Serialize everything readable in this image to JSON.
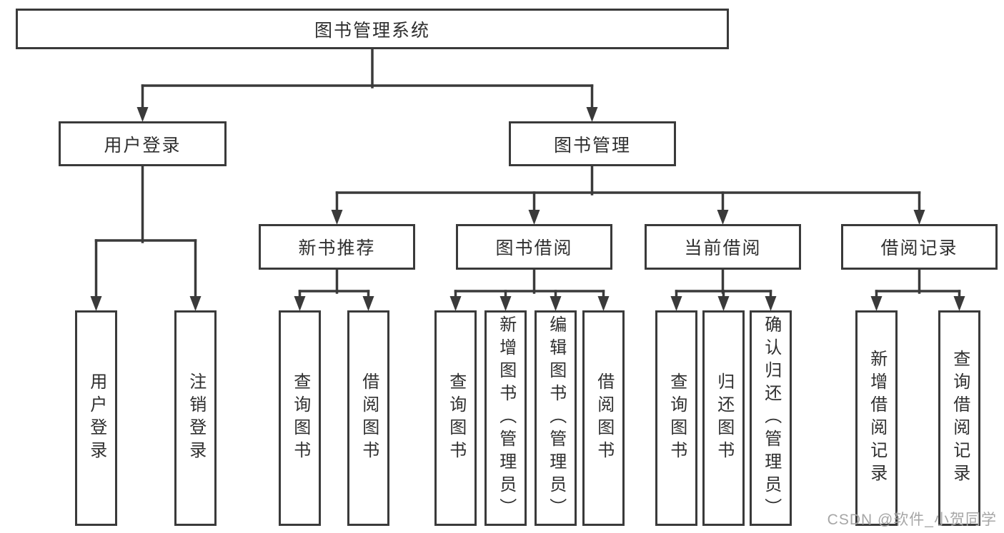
{
  "tree": {
    "label": "图书管理系统",
    "children": [
      {
        "label": "用户登录",
        "children": [
          {
            "label": "用户登录"
          },
          {
            "label": "注销登录"
          }
        ]
      },
      {
        "label": "图书管理",
        "children": [
          {
            "label": "新书推荐",
            "children": [
              {
                "label": "查询图书"
              },
              {
                "label": "借阅图书"
              }
            ]
          },
          {
            "label": "图书借阅",
            "children": [
              {
                "label": "查询图书"
              },
              {
                "label": "新增图书（管理员）"
              },
              {
                "label": "编辑图书（管理员）"
              },
              {
                "label": "借阅图书"
              }
            ]
          },
          {
            "label": "当前借阅",
            "children": [
              {
                "label": "查询图书"
              },
              {
                "label": "归还图书"
              },
              {
                "label": "确认归还（管理员）"
              }
            ]
          },
          {
            "label": "借阅记录",
            "children": [
              {
                "label": "新增借阅记录"
              },
              {
                "label": "查询借阅记录"
              }
            ]
          }
        ]
      }
    ]
  },
  "watermark": {
    "text": "CSDN @软件_小贺同学"
  },
  "colors": {
    "line": "#3a3a3a",
    "box_border": "#3a3a3a",
    "text": "#2f2f2f",
    "watermark": "#a6a6a6",
    "background": "#ffffff"
  }
}
